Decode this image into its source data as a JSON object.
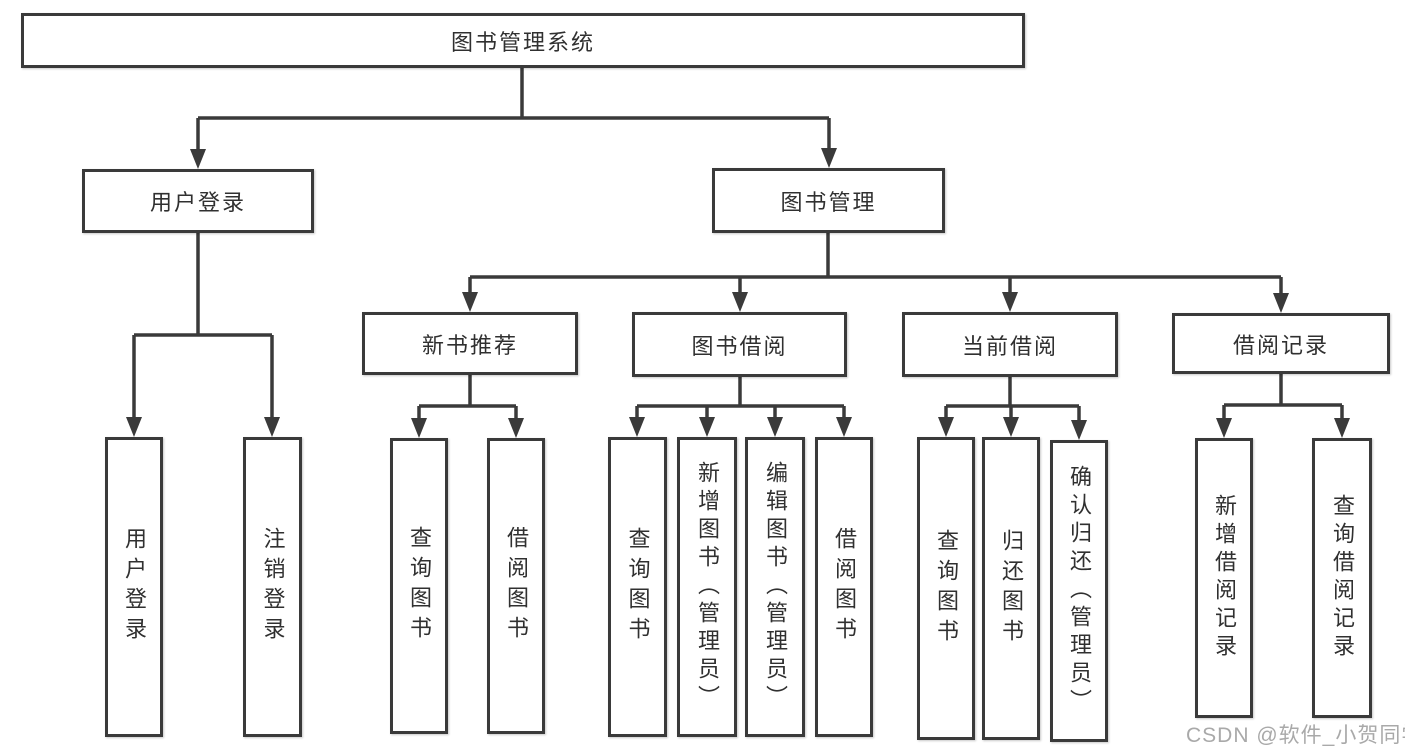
{
  "diagram": {
    "root": {
      "label": "图书管理系统"
    },
    "level2": {
      "user_login": {
        "label": "用户登录"
      },
      "book_mgmt": {
        "label": "图书管理"
      }
    },
    "level3": {
      "new_book_rec": {
        "label": "新书推荐"
      },
      "book_borrow": {
        "label": "图书借阅"
      },
      "current_borrow": {
        "label": "当前借阅"
      },
      "borrow_records": {
        "label": "借阅记录"
      }
    },
    "leaves": {
      "user_login": {
        "label": "用户登录"
      },
      "logout": {
        "label": "注销登录"
      },
      "query_books_rec": {
        "label": "查询图书"
      },
      "borrow_books_rec": {
        "label": "借阅图书"
      },
      "query_books_borrow": {
        "label": "查询图书"
      },
      "add_books_admin": {
        "label": "新增图书（管理员）"
      },
      "edit_books_admin": {
        "label": "编辑图书（管理员）"
      },
      "borrow_books_borrow": {
        "label": "借阅图书"
      },
      "query_books_current": {
        "label": "查询图书"
      },
      "return_books": {
        "label": "归还图书"
      },
      "confirm_return_admin": {
        "label": "确认归还（管理员）"
      },
      "add_borrow_record": {
        "label": "新增借阅记录"
      },
      "query_borrow_record": {
        "label": "查询借阅记录"
      }
    }
  },
  "watermark": {
    "text": "CSDN @软件_小贺同学"
  },
  "colors": {
    "line": "#3a3a3a",
    "box_border": "#3a3a3a",
    "box_fill": "#ffffff",
    "text": "#303030",
    "watermark": "#a9a9a9",
    "background": "#ffffff"
  }
}
